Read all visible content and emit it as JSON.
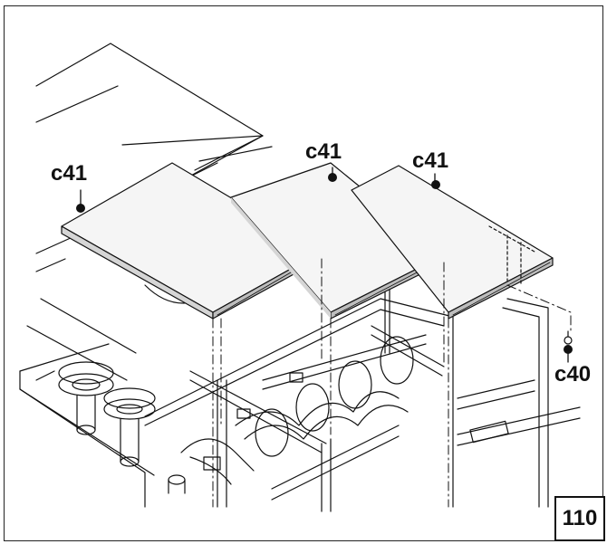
{
  "callouts": {
    "panel_left": "c41",
    "panel_middle": "c41",
    "panel_right": "c41",
    "screw": "c40"
  },
  "page_number": "110",
  "colors": {
    "line": "#111111",
    "panel_fill": "#f4f4f4",
    "shade": "#bdbdbd"
  }
}
